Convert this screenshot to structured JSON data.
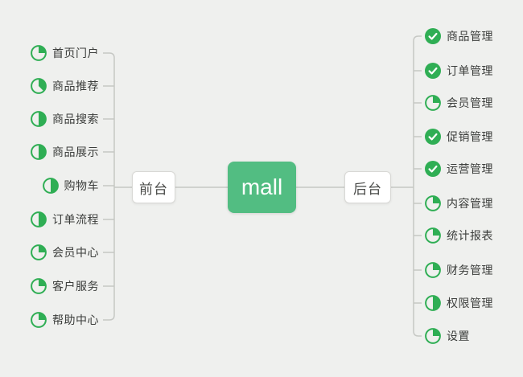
{
  "colors": {
    "background": "#eff0ee",
    "icon_green": "#2fae54",
    "root_green": "#52bd82",
    "line_gray": "#c6c8c4",
    "label_text": "#3b3d3b",
    "branch_text": "#4b4c4a",
    "branch_border": "#d8d8d5"
  },
  "root": {
    "label": "mall"
  },
  "left_branch": {
    "label": "前台",
    "items": [
      {
        "label": "首页门户",
        "progress": "quarter"
      },
      {
        "label": "商品推荐",
        "progress": "three-eighths"
      },
      {
        "label": "商品搜索",
        "progress": "half"
      },
      {
        "label": "商品展示",
        "progress": "half"
      },
      {
        "label": "购物车",
        "progress": "half"
      },
      {
        "label": "订单流程",
        "progress": "half"
      },
      {
        "label": "会员中心",
        "progress": "quarter"
      },
      {
        "label": "客户服务",
        "progress": "quarter"
      },
      {
        "label": "帮助中心",
        "progress": "quarter"
      }
    ]
  },
  "right_branch": {
    "label": "后台",
    "items": [
      {
        "label": "商品管理",
        "progress": "done"
      },
      {
        "label": "订单管理",
        "progress": "done"
      },
      {
        "label": "会员管理",
        "progress": "quarter"
      },
      {
        "label": "促销管理",
        "progress": "done"
      },
      {
        "label": "运营管理",
        "progress": "done"
      },
      {
        "label": "内容管理",
        "progress": "quarter"
      },
      {
        "label": "统计报表",
        "progress": "quarter"
      },
      {
        "label": "财务管理",
        "progress": "quarter"
      },
      {
        "label": "权限管理",
        "progress": "half"
      },
      {
        "label": "设置",
        "progress": "quarter"
      }
    ]
  }
}
